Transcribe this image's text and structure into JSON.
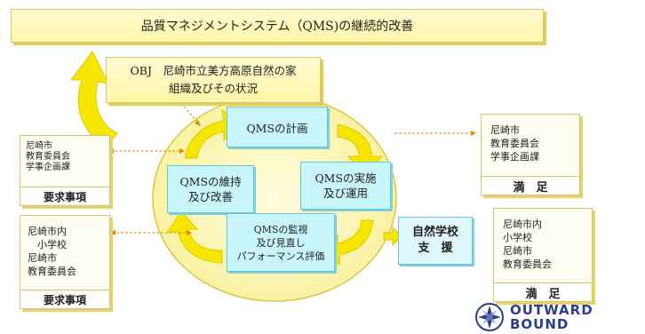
{
  "top_banner": "品質マネジメントシステム（QMS)の継続的改善",
  "obj_box": "OBJ　尼崎市立美方高原自然の家\n組織及びその状況",
  "left_top": {
    "text": "尼崎市\n教育委員会\n学事企画課",
    "label": "要求事項"
  },
  "left_bottom": {
    "text": "尼崎市内\n　小学校\n尼崎市\n教育委員会",
    "label": "要求事項"
  },
  "right_top": {
    "text": "尼崎市\n教育委員会\n学事企画課",
    "label": "満　足"
  },
  "right_bottom": {
    "text": "尼崎市内\n小学校\n尼崎市\n教育委員会",
    "label": "満　足"
  },
  "cycle": {
    "plan": "QMSの計画",
    "do": "QMSの実施\n及び運用",
    "check": "QMSの監視\n及び見直し\nパフォーマンス評価",
    "act": "QMSの維持\n及び改善"
  },
  "support": "自然学校\n支　援",
  "logo": {
    "line1": "OUTWARD",
    "line2": "BOUND"
  },
  "colors": {
    "yellow": "#f6e600",
    "cyan": "#c8f4fb",
    "logo_blue": "#2a3f8c"
  }
}
